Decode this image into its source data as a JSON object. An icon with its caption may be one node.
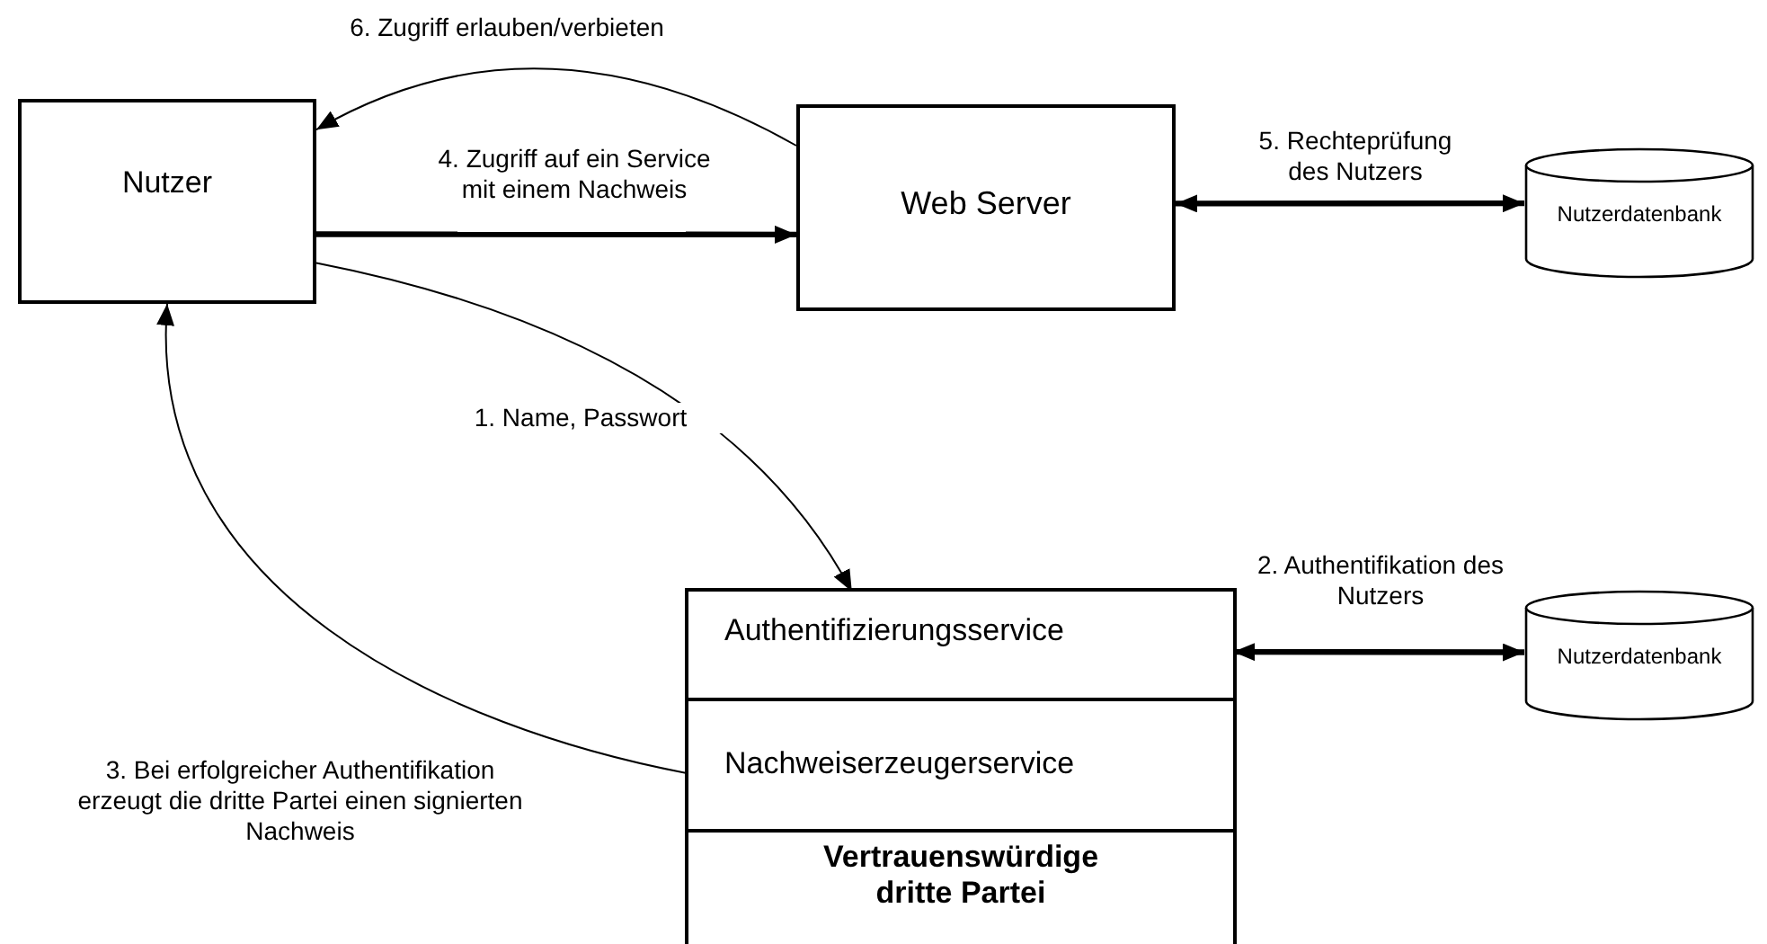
{
  "diagram": {
    "nodes": [
      {
        "text": [
          "Nutzer"
        ]
      },
      {
        "text": [
          "Web Server"
        ]
      },
      {
        "text": [
          "Nutzerdatenbank"
        ]
      },
      {
        "text": [
          "Vertrauenswürdige dritte Partei"
        ]
      },
      {
        "text": [
          "Authentifizierungsservice"
        ],
        "in": 3
      },
      {
        "text": [
          "Nachweiserzeugerservice"
        ],
        "in": 3
      },
      {
        "text": [
          "Nutzerdatenbank"
        ]
      }
    ],
    "edges": [
      {
        "from": 0,
        "to": 1,
        "arrow": "to",
        "label": "4. Zugriff auf ein Service mit einem Nachweis",
        "style": "thick"
      },
      {
        "from": 1,
        "to": 0,
        "arrow": "to",
        "label": "6. Zugriff erlauben/verbieten"
      },
      {
        "from": 1,
        "to": 2,
        "arrow": "both",
        "label": "5. Rechteprüfung des Nutzers",
        "style": "thick"
      },
      {
        "from": 0,
        "to": 4,
        "arrow": "to",
        "label": "1. Name, Passwort"
      },
      {
        "from": 4,
        "to": 6,
        "arrow": "both",
        "label": "2. Authentifikation des Nutzers",
        "style": "thick"
      },
      {
        "from": 5,
        "to": 0,
        "arrow": "to",
        "label": "3. Bei erfolgreicher Authentifikation erzeugt die dritte Partei einen signierten Nachweis"
      }
    ]
  }
}
